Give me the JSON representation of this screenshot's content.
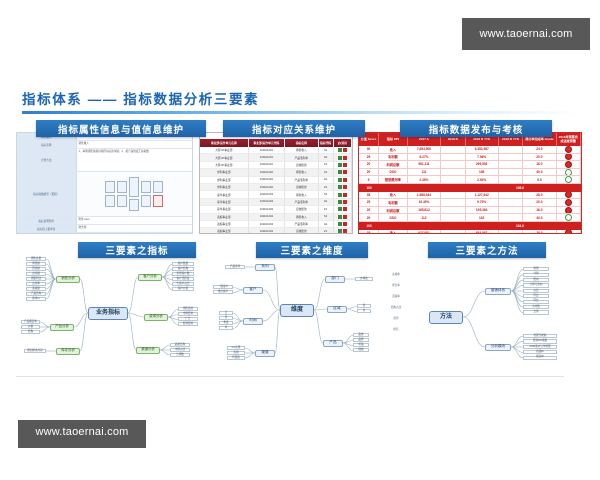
{
  "watermark": {
    "top": "www.taoernai.com",
    "bottom": "www.taoernai.com"
  },
  "slide": {
    "title": "指标体系 —— 指标数据分析三要素",
    "accent_color": "#1d66b3",
    "pill_color": "#2f7ec4",
    "kpi_red": "#cf2020"
  },
  "pills": {
    "form": "指标属性信息与值信息维护",
    "relation": "指标对应关系维护",
    "kpi": "指标数据发布与考核",
    "map1": "三要素之指标",
    "map2": "三要素之维度",
    "map3": "三要素之方法"
  },
  "form_panel": {
    "rows": [
      {
        "label": "指标编码",
        "value": "S-001"
      },
      {
        "label": "指标名称",
        "value": "销售收入"
      },
      {
        "label": "计算方法",
        "value": "1、本期销售总额扣除折扣后的净额；2、按产品维度汇总取数"
      },
      {
        "label": "指标取数模型（逻辑）",
        "value": ""
      },
      {
        "label": "指标说明附件",
        "value": "附件.docx"
      },
      {
        "label": "指标值上报单位",
        "value": "财务部"
      },
      {
        "label": "统计周期",
        "value": "月度"
      },
      {
        "label": "指标值审核人",
        "value": "张三"
      }
    ]
  },
  "relation_table": {
    "caption": "指标与业务对应关系维护清单",
    "columns": [
      "事业部/运作单元名称",
      "事业部/运作单元代码",
      "指标名称",
      "指标代码",
      "启/禁用"
    ],
    "rows": [
      [
        "大区CP事业部",
        "101101201",
        "销售收入",
        "S1",
        "sw"
      ],
      [
        "大区CP事业部",
        "101101201",
        "产品毛利率",
        "G1",
        "sw"
      ],
      [
        "大区CP事业部",
        "101101201",
        "应收账款",
        "Z1",
        "sw"
      ],
      [
        "伊利事业部",
        "101101202",
        "销售收入",
        "S1",
        "sw"
      ],
      [
        "伊利事业部",
        "101101202",
        "产品毛利率",
        "G1",
        "sw"
      ],
      [
        "伊利事业部",
        "101101202",
        "应收账款",
        "Z1",
        "sw"
      ],
      [
        "蒙牛事业部",
        "101101203",
        "销售收入",
        "S1",
        "sw"
      ],
      [
        "蒙牛事业部",
        "101101203",
        "产品毛利率",
        "G1",
        "sw"
      ],
      [
        "蒙牛事业部",
        "101101203",
        "应收账款",
        "Z1",
        "sw"
      ],
      [
        "商超事业部",
        "101101204",
        "销售收入",
        "S1",
        "sw"
      ],
      [
        "商超事业部",
        "101101204",
        "产品毛利率",
        "G1",
        "sw"
      ],
      [
        "商超事业部",
        "101101204",
        "应收账款",
        "Z1",
        "sw"
      ],
      [
        "电商事业部",
        "101101205",
        "销售收入",
        "S1",
        "sw"
      ]
    ]
  },
  "kpi_table": {
    "columns": [
      "分值 Score",
      "指标 KPI",
      "2017 A",
      "2018 B",
      "2018 B YTD",
      "2018 B YTD",
      "得分率完成率 Grade",
      "2018年预算完成进度预警"
    ],
    "rows": [
      [
        "30",
        "收入",
        "7,654,900",
        "",
        "5,353,987",
        "",
        "24.0",
        "r"
      ],
      [
        "25",
        "毛利额",
        "8.27%",
        "",
        "7.98%",
        "",
        "20.0",
        "r"
      ],
      [
        "20",
        "利润总额",
        "561,111",
        "",
        "299,592",
        "",
        "16.0",
        "r"
      ],
      [
        "20",
        "DSO",
        "111",
        "",
        "108",
        "",
        "40.0",
        "g"
      ],
      [
        "5",
        "营销费用率",
        "2.35%",
        "",
        "2.54%",
        "",
        "5.0",
        "g"
      ]
    ],
    "total1": {
      "score": "100",
      "grade": "105.0"
    },
    "rows2": [
      [
        "35",
        "收入",
        "1,588,044",
        "",
        "1,127,642",
        "",
        "28.0",
        "r"
      ],
      [
        "25",
        "毛利额",
        "10.40%",
        "",
        "9.70%",
        "",
        "20.0",
        "r"
      ],
      [
        "20",
        "利润总额",
        "165,812",
        "",
        "109,364",
        "",
        "16.0",
        "r"
      ],
      [
        "20",
        "DSO",
        "112",
        "",
        "102",
        "",
        "40.0",
        "g"
      ]
    ],
    "total2": {
      "score": "100",
      "grade": "104.0"
    },
    "rows3": [
      [
        "35",
        "收入",
        "927,981",
        "",
        "654,987",
        "",
        "28.0",
        "r"
      ],
      [
        "25",
        "毛利额",
        "6.90%",
        "",
        "6.44%",
        "",
        "20.0",
        "r"
      ]
    ]
  },
  "mindmap_1": {
    "center": "业务指标",
    "branches": [
      {
        "label": "销售分析",
        "leaves": [
          "销售总量",
          "销售额",
          "回款额",
          "出库额",
          "销量同比",
          "出库率",
          "退货额",
          "产品结构",
          "客单价"
        ]
      },
      {
        "label": "客户分析",
        "leaves": [
          "客户数量",
          "客户结构",
          "新增客户数",
          "客户活跃度",
          "大客户占比",
          "客户价值"
        ]
      },
      {
        "label": "产品分析",
        "leaves": [
          "产品覆盖率",
          "价格",
          "结构"
        ]
      },
      {
        "label": "费用分析",
        "leaves": [
          "销售费用",
          "市场费用",
          "广告",
          "促销费用"
        ]
      },
      {
        "label": "库存分析",
        "leaves": [
          "期初期末库存"
        ]
      },
      {
        "label": "渠道分析",
        "leaves": [
          "品类结构",
          "市场占比",
          "分销数"
        ]
      }
    ]
  },
  "mindmap_2": {
    "center": "维度",
    "branches": [
      {
        "label": "系列",
        "leaves": [
          "产品系列"
        ]
      },
      {
        "label": "客户",
        "leaves": [
          "一级客户",
          "重点客户"
        ]
      },
      {
        "label": "时间",
        "leaves": [
          "日",
          "月",
          "季度",
          "年"
        ]
      },
      {
        "label": "渠道",
        "leaves": [
          "KA卖场",
          "直销",
          "代理商"
        ]
      },
      {
        "label": "部门",
        "leaves": [
          "办事处"
        ]
      },
      {
        "label": "区域",
        "leaves": [
          "省",
          "市"
        ]
      },
      {
        "label": "产品",
        "leaves": [
          "品类",
          "品牌",
          "单品",
          "规格"
        ]
      }
    ]
  },
  "mindmap_3": {
    "center": "方法",
    "branches": [
      {
        "label": "营销体系",
        "leaves": [
          "预测",
          "计划",
          "费用",
          "分销与流向",
          "占比",
          "环比",
          "同比",
          "平均值",
          "去重"
        ]
      },
      {
        "label": "分析模块",
        "leaves": [
          "管理驾驶舱",
          "营销KPI看板",
          "CRM客户订单管理",
          "商品BI",
          "报表BI"
        ]
      }
    ],
    "left_labels": [
      "达成率",
      "增长率",
      "贡献率",
      "结构占比",
      "趋势",
      "排名"
    ]
  }
}
